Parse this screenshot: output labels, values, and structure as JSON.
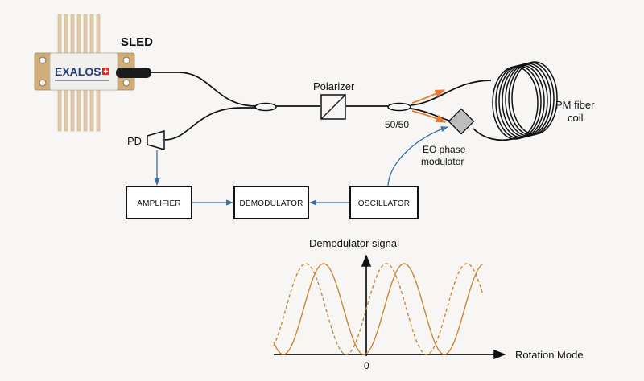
{
  "diagram": {
    "source": {
      "label": "SLED",
      "logo_text": "EXALOS"
    },
    "components": {
      "polarizer": "Polarizer",
      "coupler": "50/50",
      "fiber_coil": [
        "PM fiber",
        "coil"
      ],
      "phase_modulator": [
        "EO phase",
        "modulator"
      ],
      "photodiode": "PD"
    },
    "blocks": {
      "amplifier": "AMPLIFIER",
      "demodulator": "DEMODULATOR",
      "oscillator": "OSCILLATOR"
    },
    "colors": {
      "fiber": "#111111",
      "signal_arrow": "#3a6ea5",
      "light_arrow": "#e87a2e",
      "curve": "#c68a3e",
      "heatsink": "#e2ccaa",
      "package": "#f2f0ec"
    }
  },
  "chart_data": {
    "type": "line",
    "ylabel": "Demodulator signal",
    "xlabel": "Rotation Mode",
    "x_tick_labels": [
      "0"
    ],
    "series": [
      {
        "style": "solid",
        "shape": "raised-cosine",
        "phase_offset": 0
      },
      {
        "style": "dashed",
        "shape": "raised-cosine",
        "phase_offset": -1
      }
    ]
  }
}
